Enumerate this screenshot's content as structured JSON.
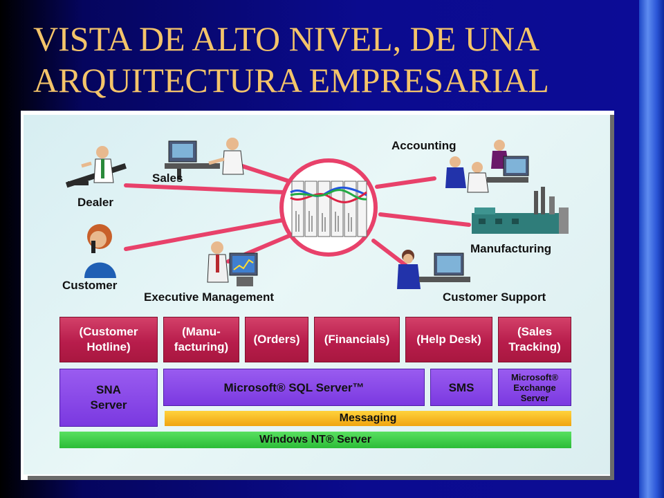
{
  "title": {
    "line1": "VISTA DE ALTO NIVEL, DE UNA",
    "line2": "ARQUITECTURA EMPRESARIAL"
  },
  "nodes": {
    "dealer": "Dealer",
    "sales": "Sales",
    "accounting": "Accounting",
    "manufacturing": "Manufacturing",
    "customer": "Customer",
    "executive_management": "Executive Management",
    "customer_support": "Customer Support"
  },
  "applications": [
    {
      "line1": "(Customer",
      "line2": "Hotline)"
    },
    {
      "line1": "(Manu-",
      "line2": "facturing)"
    },
    {
      "line1": "(Orders)",
      "line2": ""
    },
    {
      "line1": "(Financials)",
      "line2": ""
    },
    {
      "line1": "(Help Desk)",
      "line2": ""
    },
    {
      "line1": "(Sales",
      "line2": "Tracking)"
    }
  ],
  "platform": {
    "sna_line1": "SNA",
    "sna_line2": "Server",
    "sql_server": "Microsoft® SQL Server™",
    "sms": "SMS",
    "exchange_line1": "Microsoft®",
    "exchange_line2": "Exchange",
    "exchange_line3": "Server",
    "messaging": "Messaging",
    "windows_nt": "Windows NT® Server"
  },
  "colors": {
    "title": "#f4c46a",
    "link_lines": "#e8416a",
    "applications": "#b81d4c",
    "platform": "#7a38e0",
    "messaging": "#f0a510",
    "windows_nt": "#2cbc38"
  }
}
